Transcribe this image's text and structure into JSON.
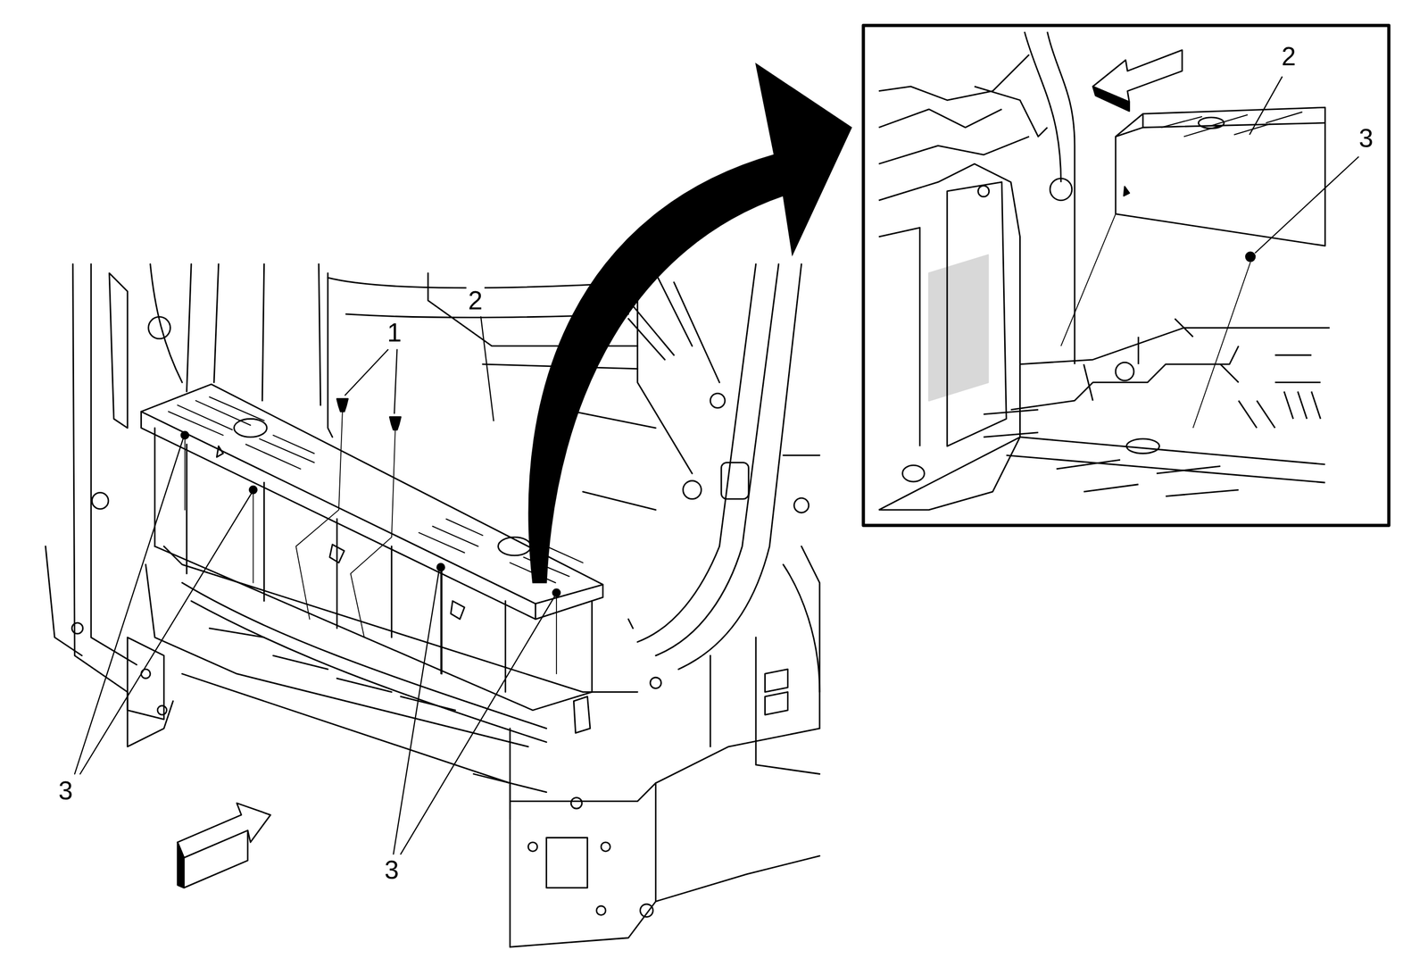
{
  "diagram": {
    "labels": [
      "1",
      "2",
      "3",
      "3",
      "2",
      "3"
    ]
  }
}
